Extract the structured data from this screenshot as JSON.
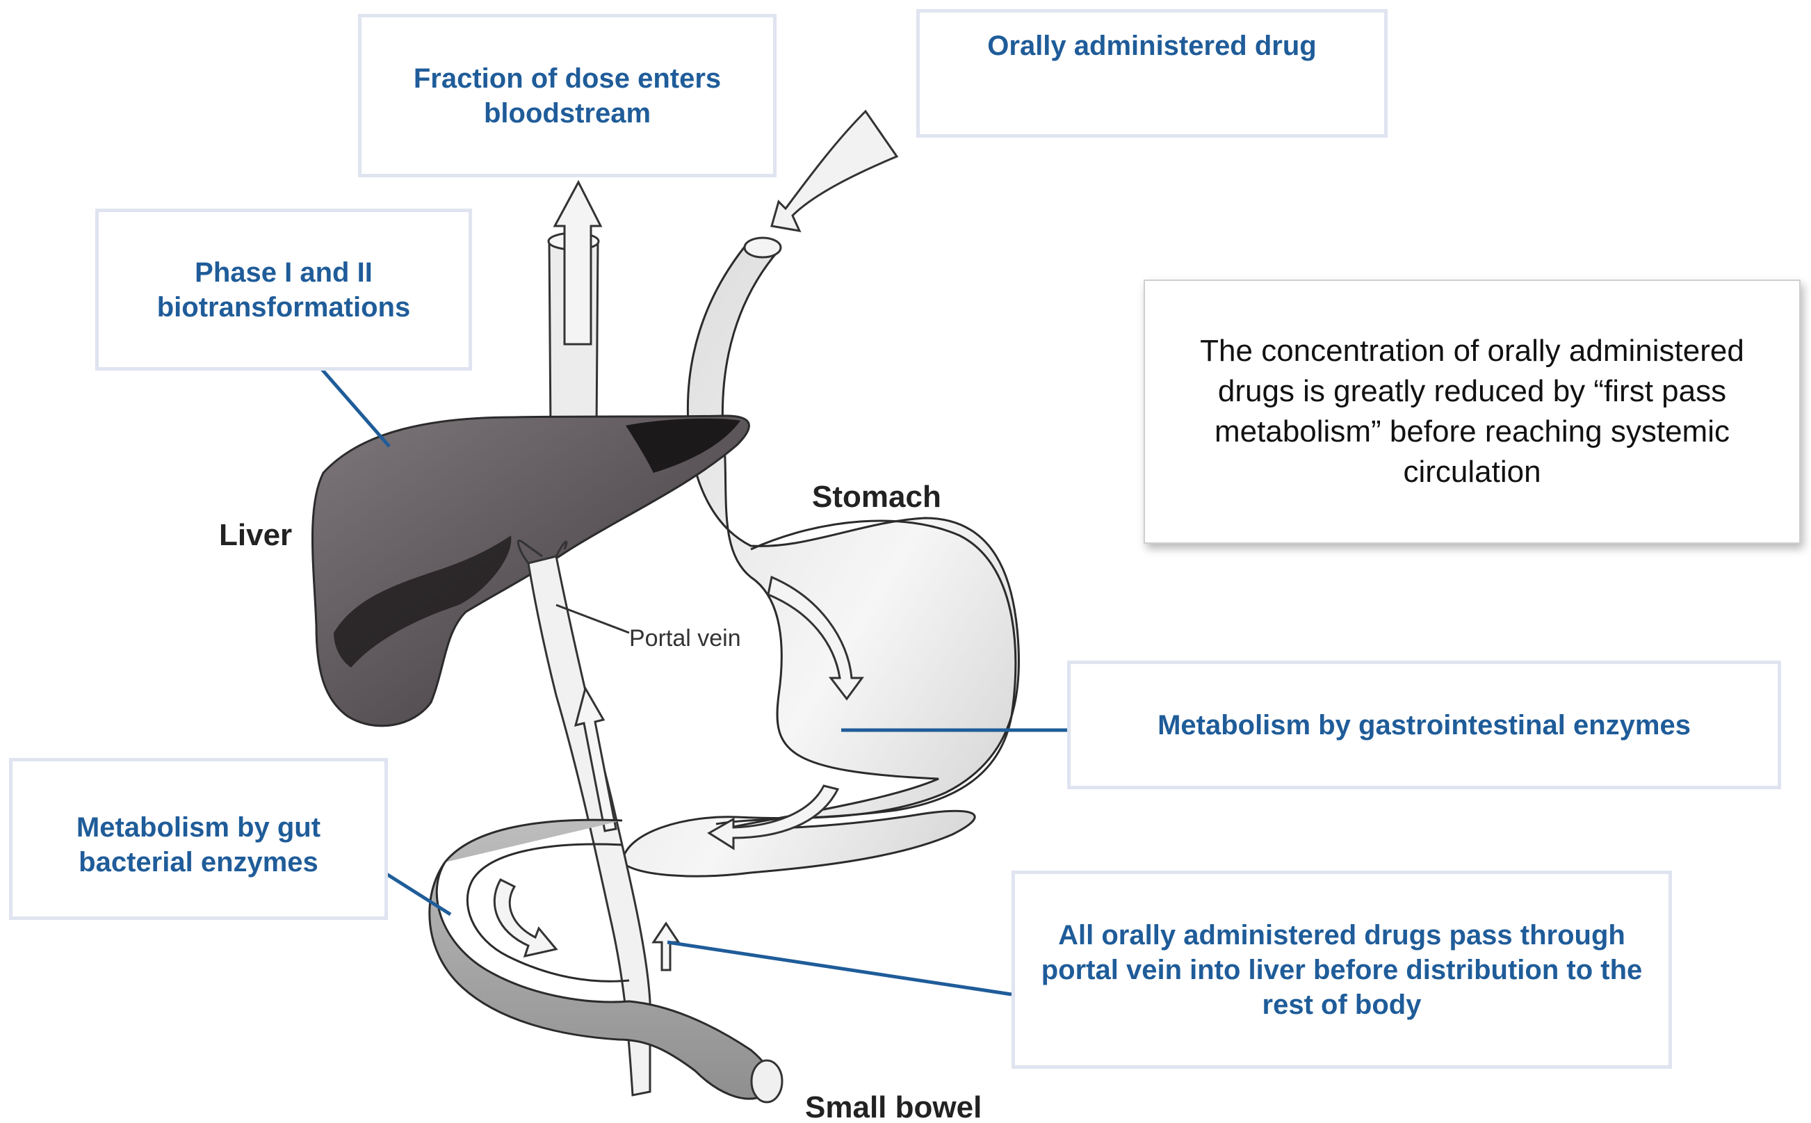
{
  "callouts": {
    "fraction": "Fraction of dose enters bloodstream",
    "oral": "Orally administered drug",
    "phase": "Phase I and II biotransformations",
    "gi_enzymes": "Metabolism by gastrointestinal enzymes",
    "gut_bacteria": "Metabolism by gut bacterial enzymes",
    "portal_path": "All orally administered drugs pass through portal vein into liver before distribution to the rest of body"
  },
  "note": "The concentration of orally administered drugs is greatly reduced by “first pass metabolism” before reaching systemic circulation",
  "labels": {
    "liver": "Liver",
    "stomach": "Stomach",
    "portal_vein": "Portal vein",
    "small_bowel": "Small bowel"
  },
  "colors": {
    "callout_text": "#1f5c99",
    "callout_border": "#dfe4f0",
    "leader_line": "#1f5c99",
    "liver_fill": "#6a6468",
    "organ_fill": "#ebebeb"
  }
}
